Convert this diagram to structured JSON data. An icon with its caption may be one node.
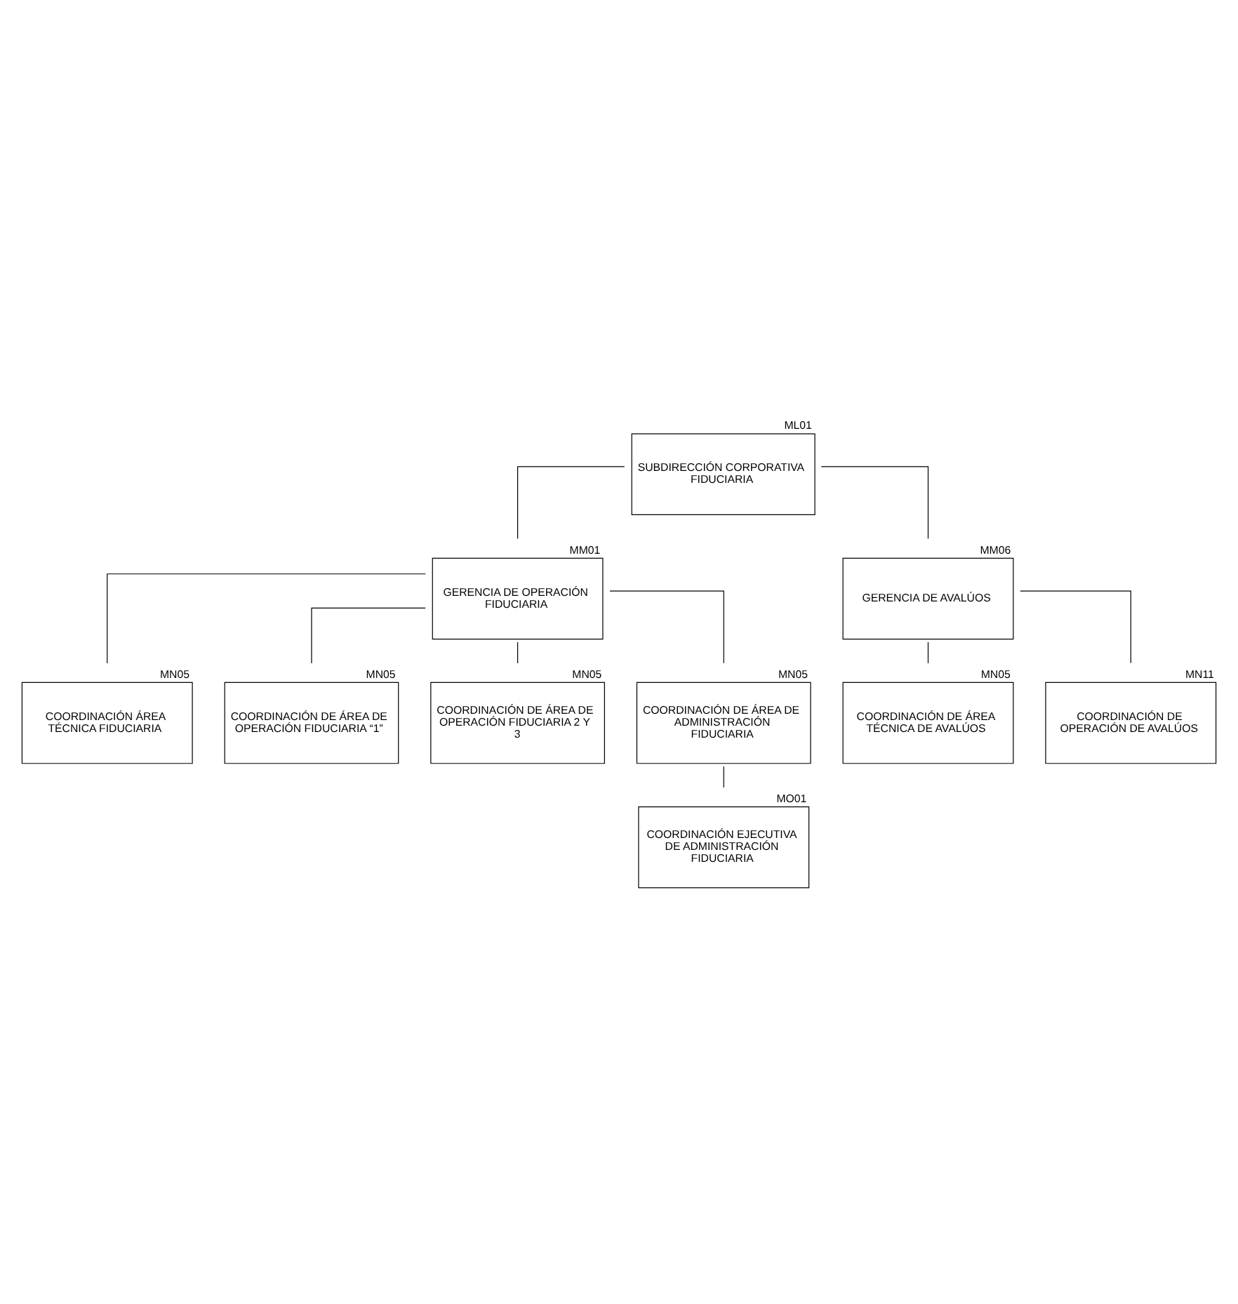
{
  "diagram": {
    "nodes": [
      {
        "text": [
          "SUBDIRECCIÓN CORPORATIVA FIDUCIARIA"
        ],
        "beside": [
          "ML01"
        ]
      },
      {
        "text": [
          "GERENCIA DE OPERACIÓN FIDUCIARIA"
        ],
        "beside": [
          "MM01"
        ]
      },
      {
        "text": [
          "GERENCIA DE AVALÚOS"
        ],
        "beside": [
          "MM06"
        ]
      },
      {
        "text": [
          "COORDINACIÓN ÁREA TÉCNICA FIDUCIARIA"
        ],
        "beside": [
          "MN05"
        ]
      },
      {
        "text": [
          "COORDINACIÓN DE ÁREA DE OPERACIÓN FIDUCIARIA “1”"
        ],
        "beside": [
          "MN05"
        ]
      },
      {
        "text": [
          "COORDINACIÓN DE ÁREA TÉCNICA DE AVALÚOS"
        ],
        "beside": [
          "MN05"
        ]
      },
      {
        "text": [
          "COORDINACIÓN DE ÁREA DE OPERACIÓN FIDUCIARIA 2 Y 3"
        ],
        "beside": [
          "MN05"
        ]
      },
      {
        "text": [
          "COORDINACIÓN DE ÁREA DE ADMINISTRACIÓN FIDUCIARIA"
        ],
        "beside": [
          "MN05"
        ]
      },
      {
        "text": [
          "COORDINACIÓN DE OPERACIÓN DE AVALÚOS"
        ],
        "beside": [
          "MN11"
        ]
      },
      {
        "text": [
          "COORDINACIÓN EJECUTIVA DE ADMINISTRACIÓN FIDUCIARIA"
        ],
        "beside": [
          "MO01"
        ]
      }
    ],
    "edges": [
      {
        "from": 0,
        "to": 1,
        "arrow": "none"
      },
      {
        "from": 0,
        "to": 2,
        "arrow": "none"
      },
      {
        "from": 1,
        "to": 3,
        "arrow": "none"
      },
      {
        "from": 1,
        "to": 4,
        "arrow": "none"
      },
      {
        "from": 1,
        "to": 6,
        "arrow": "none"
      },
      {
        "from": 1,
        "to": 7,
        "arrow": "none"
      },
      {
        "from": 2,
        "to": 5,
        "arrow": "none"
      },
      {
        "from": 2,
        "to": 8,
        "arrow": "none"
      },
      {
        "from": 7,
        "to": 9,
        "arrow": "none"
      }
    ]
  }
}
